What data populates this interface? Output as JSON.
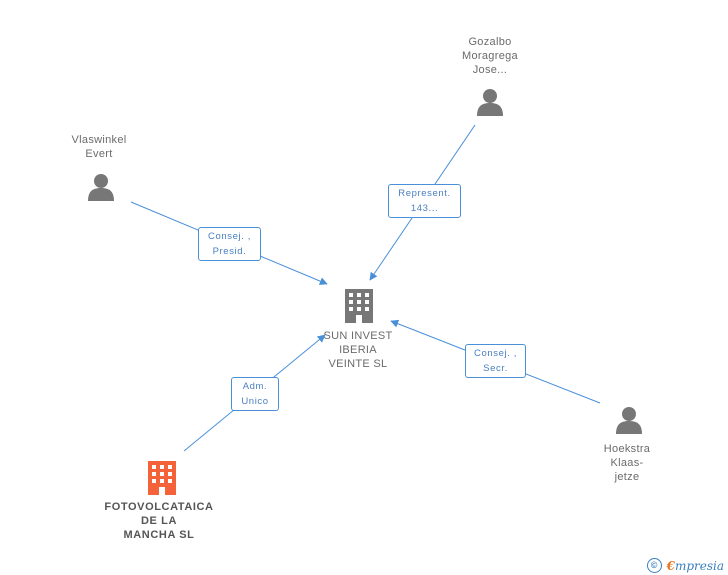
{
  "nodes": {
    "center": {
      "label": "SUN INVEST\nIBERIA\nVEINTE SL",
      "icon": "building-icon",
      "color": "#777777"
    },
    "gozalbo": {
      "label": "Gozalbo\nMoragrega\nJose...",
      "icon": "person-icon",
      "color": "#777777"
    },
    "vlaswinkel": {
      "label": "Vlaswinkel\nEvert",
      "icon": "person-icon",
      "color": "#777777"
    },
    "hoekstra": {
      "label": "Hoekstra\nKlaas-\njetze",
      "icon": "person-icon",
      "color": "#777777"
    },
    "fotovolcataica": {
      "label": "FOTOVOLCATAICA\nDE LA\nMANCHA  SL",
      "icon": "building-icon",
      "color": "#f4623a"
    }
  },
  "edges": {
    "gozalbo_center": "Represent.\n143...",
    "vlaswinkel_center": "Consej. ,\nPresid.",
    "hoekstra_center": "Consej. ,\nSecr.",
    "fotovolcataica_center": "Adm.\nUnico"
  },
  "footer": {
    "copyright": "©",
    "brand_e": "€",
    "brand_rest": "mpresia"
  },
  "colors": {
    "edge": "#4a90d9",
    "edge_label": "#4a7fc1",
    "person": "#777777"
  }
}
